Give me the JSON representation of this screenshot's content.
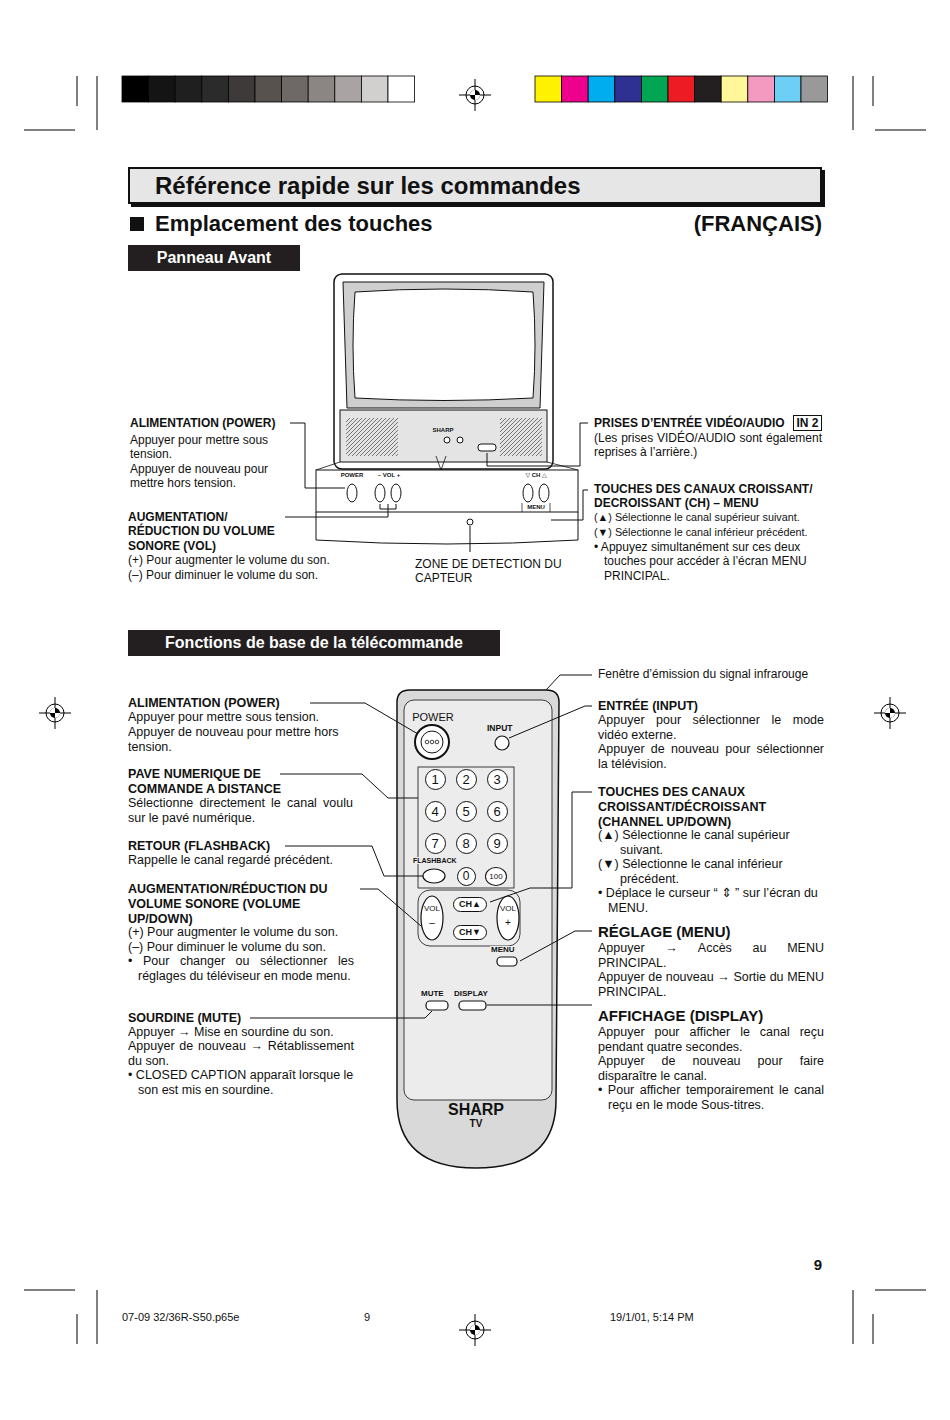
{
  "diagram": {
    "title": "Référence rapide sur les commandes",
    "nodes": [
      {
        "text": [
          "Panneau Avant"
        ]
      },
      {
        "text": [
          "IN 2"
        ]
      },
      {
        "text": [
          "Fonctions de base de la télécommande"
        ]
      },
      {
        "text": [
          "1"
        ]
      },
      {
        "text": [
          "2"
        ]
      },
      {
        "text": [
          "3"
        ]
      },
      {
        "text": [
          "4"
        ]
      },
      {
        "text": [
          "5"
        ]
      },
      {
        "text": [
          "6"
        ]
      },
      {
        "text": [
          "7"
        ]
      },
      {
        "text": [
          "8"
        ]
      },
      {
        "text": [
          "9"
        ]
      },
      {
        "text": [
          "0"
        ]
      },
      {
        "text": [
          "100"
        ]
      },
      {
        "text": [
          "CH▲"
        ]
      },
      {
        "text": [
          "CH▼"
        ]
      }
    ],
    "labels": [
      "Emplacement des touches",
      "(FRANÇAIS)",
      "ALIMENTATION (POWER)",
      "Appuyer pour mettre sous tension.",
      "Appuyer de nouveau pour mettre hors tension.",
      "AUGMENTATION/ RÉDUCTION DU VOLUME SONORE (VOL)",
      "(+) Pour augmenter le volume du son.",
      "(–) Pour diminuer le volume du son.",
      "ZONE DE DETECTION DU CAPTEUR",
      "PRISES D’ENTRÉE VIDÉO/AUDIO",
      "(Les prises VIDÉO/AUDIO sont également reprises à l’arrière.)",
      "TOUCHES DES CANAUX CROISSANT/ DECROISSANT (CH) – MENU",
      "(▲) Sélectionne le canal supérieur suivant.",
      "(▼) Sélectionne le canal inférieur précédent.",
      "• Appuyez simultanément sur ces deux touches pour accéder à l’écran MENU PRINCIPAL.",
      "POWER",
      "– VOL +",
      "▽ CH △",
      "MENU",
      "SHARP",
      "Fenêtre d’émission du signal infrarouge",
      "ALIMENTATION (POWER)",
      "Appuyer pour mettre sous tension.",
      "Appuyer de nouveau pour mettre hors tension.",
      "PAVE NUMERIQUE DE COMMANDE A DISTANCE",
      "Sélectionne directement le canal voulu sur le pavé numérique.",
      "RETOUR (FLASHBACK)",
      "Rappelle le canal regardé précédent.",
      "AUGMENTATION/RÉDUCTION DU VOLUME SONORE (VOLUME UP/DOWN)",
      "(+) Pour augmenter le volume du son.",
      "(–) Pour diminuer le volume du son.",
      "• Pour changer ou sélectionner les réglages du téléviseur en mode menu.",
      "SOURDINE (MUTE)",
      "Appuyer → Mise en sourdine du son.",
      "Appuyer de nouveau → Rétablissement du son.",
      "• CLOSED CAPTION apparaît lorsque le son est mis en sourdine.",
      "POWER",
      "INPUT",
      "FLASHBACK",
      "VOL",
      "–",
      "VOL",
      "+",
      "MENU",
      "MUTE",
      "DISPLAY",
      "SHARP",
      "TV",
      "ENTRÉE (INPUT)",
      "Appuyer pour sélectionner le mode vidéo externe.",
      "Appuyer de nouveau pour sélectionner la télévision.",
      "TOUCHES DES CANAUX CROISSANT/DÉCROISSANT (CHANNEL UP/DOWN)",
      "(▲) Sélectionne le canal supérieur suivant.",
      "(▼) Sélectionne le canal inférieur précédent.",
      "• Déplace le curseur “ ⇕ ” sur l’écran du MENU.",
      "RÉGLAGE (MENU)",
      "Appuyer → Accès au MENU PRINCIPAL.",
      "Appuyer de nouveau → Sortie du MENU PRINCIPAL.",
      "AFFICHAGE (DISPLAY)",
      "Appuyer pour afficher le canal reçu pendant quatre secondes.",
      "Appuyer de nouveau pour faire disparaître le canal.",
      "• Pour afficher temporairement le canal reçu en le mode Sous-titres.",
      "9",
      "07-09 32/36R-S50.p65e",
      "9",
      "19/1/01, 5:14 PM"
    ]
  }
}
